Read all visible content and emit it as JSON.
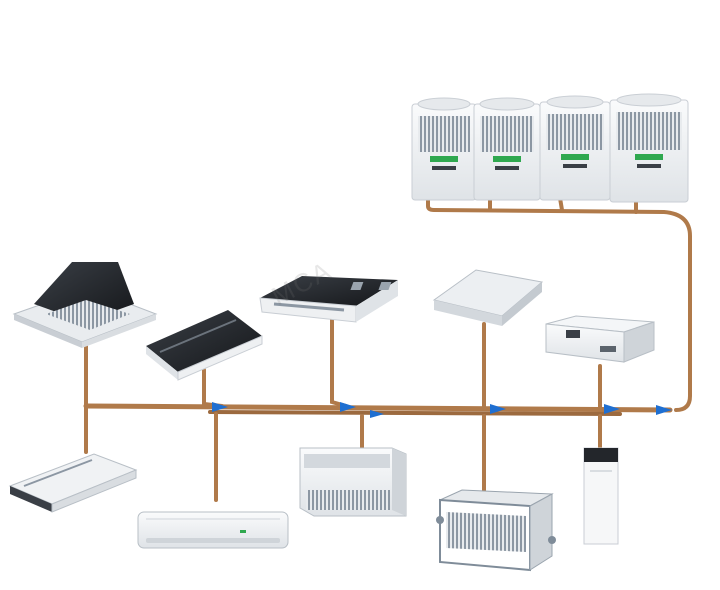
{
  "diagram": {
    "kind": "vrf-air-conditioning-system",
    "watermark": "MCA",
    "colors": {
      "background": "#ffffff",
      "pipe": "#b07a4a",
      "pipe_shadow": "#7f5533",
      "branch_joint": "#1f6fd1",
      "unit_body": "#f2f4f6",
      "unit_shadow": "#c9ced4",
      "grille": "#7f8c99",
      "dark_panel": "#23262b",
      "status_led": "#2fa84f"
    },
    "outdoor_units": {
      "count": 4
    },
    "indoor_units": [
      {
        "id": "cassette-4way",
        "icon": "ceiling-cassette-icon"
      },
      {
        "id": "cassette-slim",
        "icon": "slim-cassette-icon"
      },
      {
        "id": "cassette-1way",
        "icon": "one-way-cassette-icon"
      },
      {
        "id": "duct-mini",
        "icon": "mini-duct-icon"
      },
      {
        "id": "duct-concealed",
        "icon": "concealed-duct-icon"
      },
      {
        "id": "ceiling-floor",
        "icon": "ceiling-floor-icon"
      },
      {
        "id": "wall-mounted",
        "icon": "wall-mounted-icon"
      },
      {
        "id": "floor-standing",
        "icon": "floor-standing-icon"
      },
      {
        "id": "floor-concealed",
        "icon": "floor-concealed-icon"
      },
      {
        "id": "tall-unit",
        "icon": "tall-cabinet-icon"
      }
    ]
  }
}
